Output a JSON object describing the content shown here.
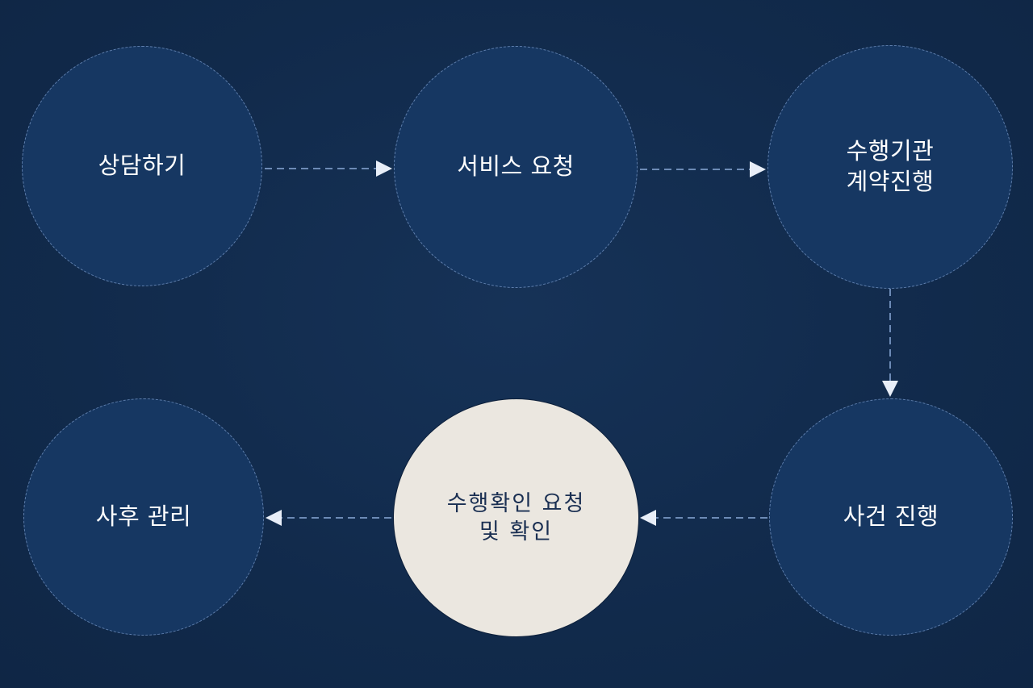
{
  "diagram": {
    "steps": [
      {
        "id": "n1",
        "label": "상담하기",
        "state": "default"
      },
      {
        "id": "n2",
        "label": "서비스 요청",
        "state": "default"
      },
      {
        "id": "n3",
        "label": "수행기관\n계약진행",
        "state": "default"
      },
      {
        "id": "n4",
        "label": "사건 진행",
        "state": "default"
      },
      {
        "id": "n5",
        "label": "수행확인 요청\n및 확인",
        "state": "active"
      },
      {
        "id": "n6",
        "label": "사후 관리",
        "state": "default"
      }
    ],
    "edges": [
      {
        "from": "n1",
        "to": "n2"
      },
      {
        "from": "n2",
        "to": "n3"
      },
      {
        "from": "n3",
        "to": "n4"
      },
      {
        "from": "n4",
        "to": "n5"
      },
      {
        "from": "n5",
        "to": "n6"
      }
    ],
    "colors": {
      "background": "#122a4c",
      "step_fill": "#163762",
      "step_border": "#5f7fad",
      "active_fill": "#ebe7e0",
      "active_text": "#1a2f52",
      "connector": "#6d8bb6",
      "arrowhead": "#e8eef8"
    }
  }
}
